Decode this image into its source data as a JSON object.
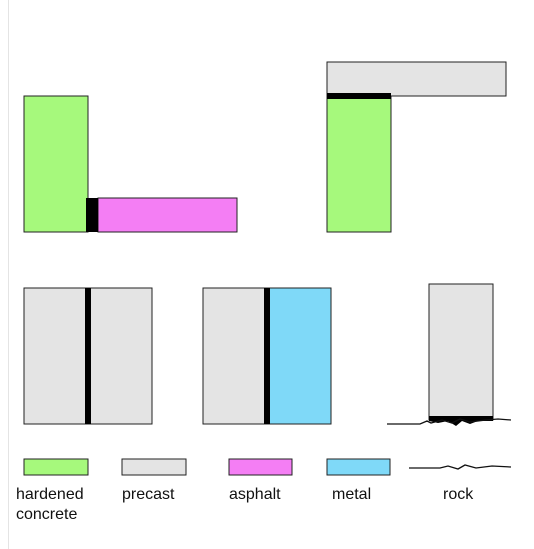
{
  "colors": {
    "hardened_concrete": "#a6f97c",
    "precast": "#e4e4e4",
    "asphalt": "#f47ef4",
    "metal": "#7fd9f8",
    "joint": "#000000",
    "outline": "#222222"
  },
  "legend": {
    "hardened_concrete_line1": "hardened",
    "hardened_concrete_line2": "concrete",
    "precast": "precast",
    "asphalt": "asphalt",
    "metal": "metal",
    "rock": "rock"
  }
}
